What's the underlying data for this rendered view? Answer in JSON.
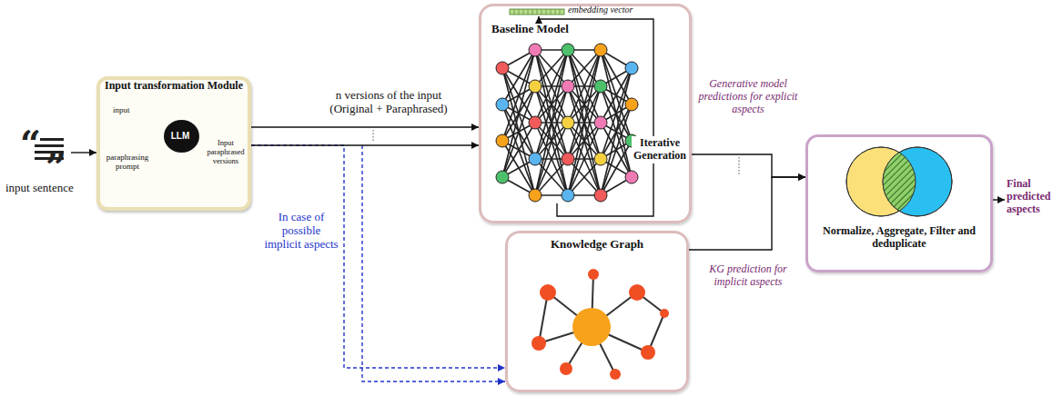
{
  "diagram": {
    "nodes": [
      {
        "text": [
          "Input transformation Module",
          "input",
          "paraphrasing prompt",
          "Input paraphrased versions"
        ]
      },
      {
        "text": [
          "LLM"
        ],
        "in": 0
      },
      {
        "text": [
          "embedding vector",
          "Baseline Model",
          "Iterative Generation"
        ]
      },
      {
        "text": [
          "Knowledge Graph"
        ]
      },
      {
        "text": [
          "Normalize, Aggregate, Filter and deduplicate"
        ]
      }
    ],
    "edges": [
      {
        "from": 0,
        "to": 2,
        "label": "n versions of the input (Original + Paraphrased)",
        "arrow": "to"
      },
      {
        "from": 0,
        "to": 3,
        "label": "In case of possible implicit aspects",
        "arrow": "to"
      },
      {
        "from": 2,
        "to": 4,
        "label": "Generative model predictions for explicit aspects",
        "arrow": "to"
      },
      {
        "from": 3,
        "to": 4,
        "label": "KG prediction for implicit aspects",
        "arrow": "to"
      }
    ],
    "labels": [
      "input sentence",
      "Final predicted aspects"
    ]
  }
}
